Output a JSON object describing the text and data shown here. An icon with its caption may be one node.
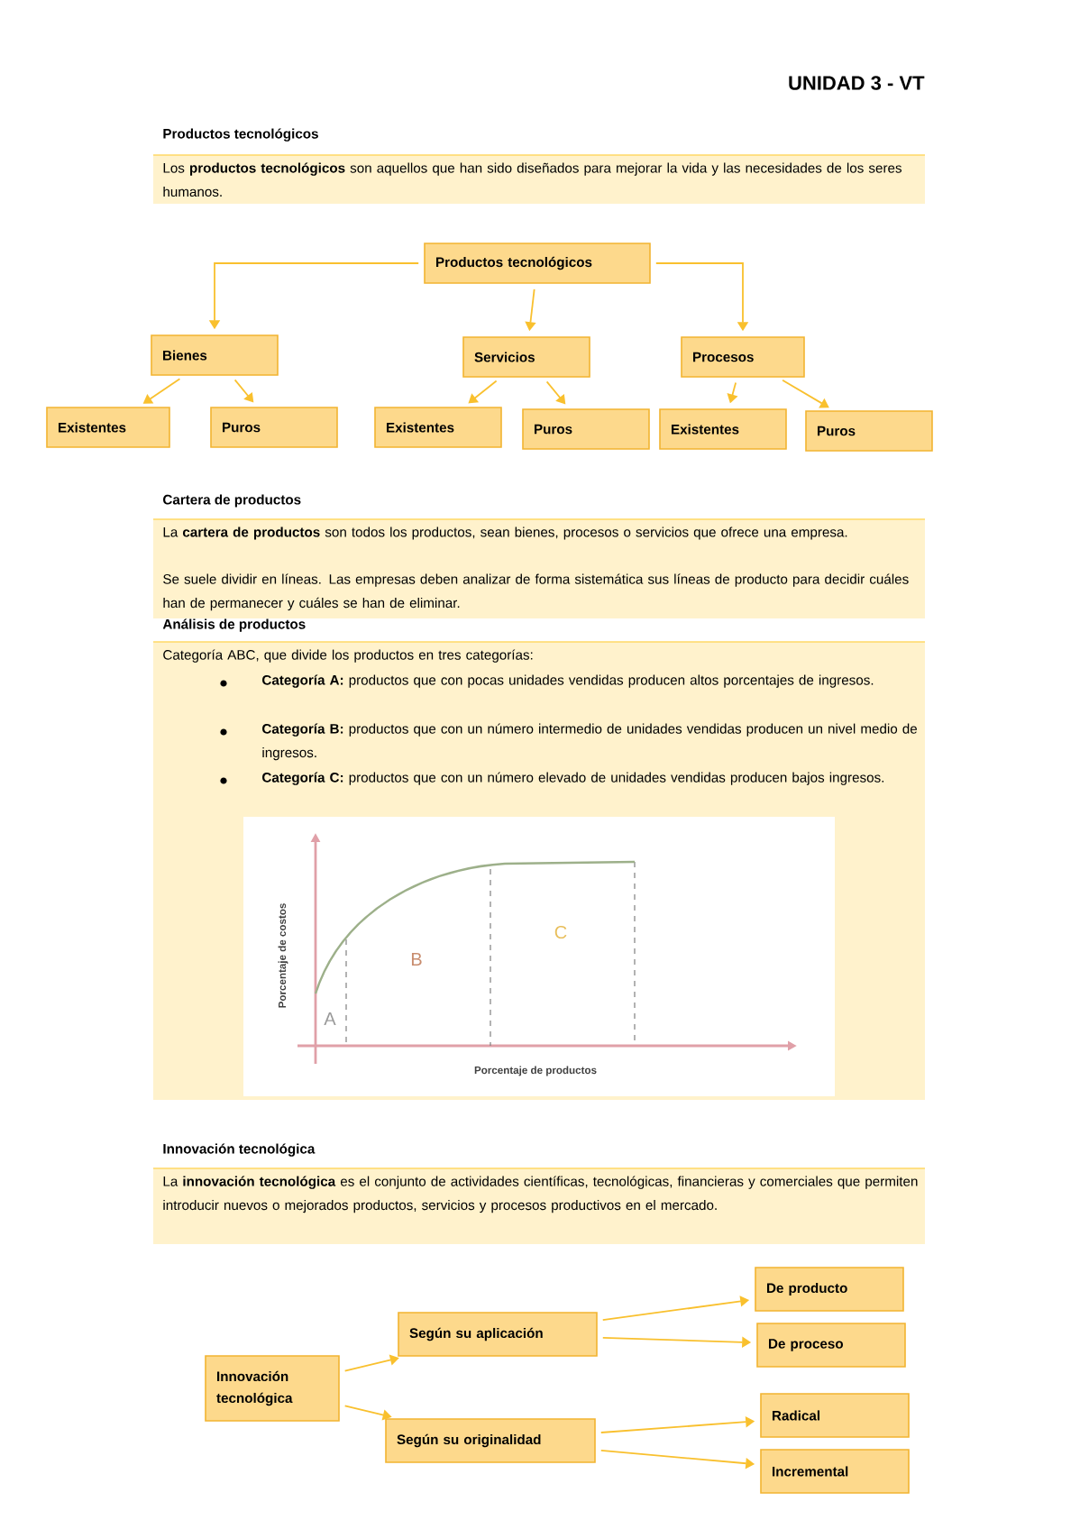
{
  "diagram": {
    "title": "UNIDAD 3 - VT",
    "nodes": [
      {
        "text": [
          "Productos tecnológicos"
        ]
      },
      {
        "text": [
          "Bienes"
        ]
      },
      {
        "text": [
          "Servicios"
        ]
      },
      {
        "text": [
          "Procesos"
        ]
      },
      {
        "text": [
          "Existentes"
        ]
      },
      {
        "text": [
          "Puros"
        ]
      },
      {
        "text": [
          "Existentes"
        ]
      },
      {
        "text": [
          "Puros"
        ]
      },
      {
        "text": [
          "Existentes"
        ]
      },
      {
        "text": [
          "Puros"
        ]
      },
      {
        "text": [
          "Innovación tecnológica"
        ]
      },
      {
        "text": [
          "Según su aplicación"
        ]
      },
      {
        "text": [
          "Según su originalidad"
        ]
      },
      {
        "text": [
          "De producto"
        ]
      },
      {
        "text": [
          "De proceso"
        ]
      },
      {
        "text": [
          "Radical"
        ]
      },
      {
        "text": [
          "Incremental"
        ]
      }
    ],
    "edges": [
      {
        "from": 0,
        "to": 1,
        "arrow": "to"
      },
      {
        "from": 0,
        "to": 2,
        "arrow": "to"
      },
      {
        "from": 0,
        "to": 3,
        "arrow": "to"
      },
      {
        "from": 1,
        "to": 4,
        "arrow": "to"
      },
      {
        "from": 1,
        "to": 5,
        "arrow": "to"
      },
      {
        "from": 2,
        "to": 6,
        "arrow": "to"
      },
      {
        "from": 2,
        "to": 7,
        "arrow": "to"
      },
      {
        "from": 3,
        "to": 8,
        "arrow": "to"
      },
      {
        "from": 3,
        "to": 9,
        "arrow": "to"
      },
      {
        "from": 10,
        "to": 11,
        "arrow": "to"
      },
      {
        "from": 10,
        "to": 12,
        "arrow": "to"
      },
      {
        "from": 11,
        "to": 13,
        "arrow": "to"
      },
      {
        "from": 11,
        "to": 14,
        "arrow": "to"
      },
      {
        "from": 12,
        "to": 15,
        "arrow": "to"
      },
      {
        "from": 12,
        "to": 16,
        "arrow": "to"
      }
    ],
    "labels": [
      "Productos tecnológicos",
      "Los **productos tecnológicos** son aquellos que han sido diseñados para mejorar la vida y las necesidades de los seres humanos.",
      "Cartera de productos",
      "La **cartera de productos** son todos los productos, sean bienes, procesos o servicios que ofrece una empresa.",
      "Se suele dividir en líneas. Las empresas deben analizar de forma sistemática sus líneas de producto para decidir cuáles han de permanecer y cuáles se han de eliminar.",
      "Análisis de productos",
      "Categoría ABC, que divide los productos en tres categorías:",
      "**Categoría A:** productos que con pocas unidades vendidas producen altos porcentajes de ingresos.",
      "**Categoría B:** productos que con un número intermedio de unidades vendidas producen un nivel medio de ingresos.",
      "**Categoría C:** productos que con un número elevado de unidades vendidas producen bajos ingresos.",
      "Porcentaje de costos",
      "A",
      "B",
      "C",
      "Porcentaje de productos",
      "Innovación tecnológica",
      "La **innovación tecnológica** es el conjunto de actividades científicas, tecnológicas, financieras y comerciales que permiten introducir nuevos o mejorados productos, servicios y procesos productivos en el mercado."
    ]
  }
}
